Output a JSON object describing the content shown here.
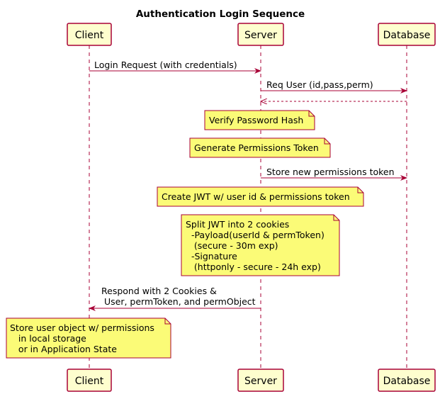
{
  "title": "Authentication Login Sequence",
  "participants": {
    "client": "Client",
    "server": "Server",
    "database": "Database"
  },
  "messages": {
    "m1": "Login Request (with credentials)",
    "m2": "Req User (id,pass,perm)",
    "m4": "Store new permissions token",
    "m5_line1": "Respond with 2 Cookies &",
    "m5_line2": " User, permToken, and permObject"
  },
  "notes": {
    "verify": "Verify Password Hash",
    "generate": "Generate Permissions Token",
    "create_jwt": "Create JWT w/ user id & permissions token",
    "split": [
      "Split JWT into 2 cookies",
      "  -Payload(userId & permToken)",
      "   (secure - 30m exp)",
      "  -Signature",
      "   (httponly - secure - 24h exp)"
    ],
    "store": [
      "Store user object w/ permissions",
      "   in local storage",
      "   or in Application State"
    ]
  },
  "colors": {
    "participant_fill": "#FEFECE",
    "participant_border": "#A80036",
    "lifeline": "#A80036",
    "arrow": "#A80036",
    "note_fill": "#FBFB77",
    "note_border": "#A80036"
  }
}
